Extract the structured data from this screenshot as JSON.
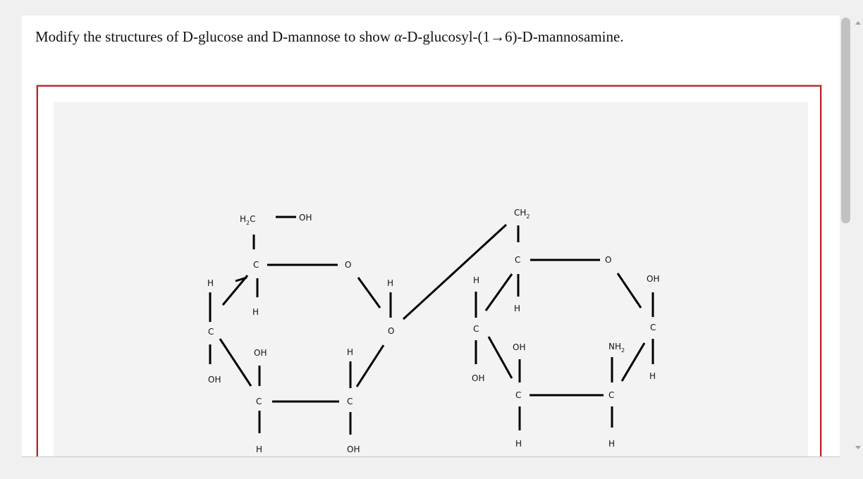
{
  "question": {
    "part1": "Modify the structures of ",
    "d1": "D",
    "part2": "-glucose and ",
    "d2": "D",
    "part3": "-mannose to show ",
    "alpha": "α",
    "part4": "-",
    "d3": "D",
    "part5": "-glucosyl-(1→6)-",
    "d4": "D",
    "part6": "-mannosamine."
  },
  "structure": {
    "glucose": {
      "h2c": "H",
      "h2c_sub": "2",
      "h2c_c": "C",
      "c6_oh": "OH",
      "c5": "C",
      "c5_h": "H",
      "ring_o": "O",
      "c4": "C",
      "c4_h": "H",
      "c4_oh": "OH",
      "c3": "C",
      "c3_oh": "OH",
      "c3_h": "H",
      "c2": "C",
      "c2_h": "H",
      "c2_oh": "OH",
      "c1_h": "H",
      "glycosidic_o": "O"
    },
    "mannosamine": {
      "ch2": "CH",
      "ch2_sub": "2",
      "c5": "C",
      "c5_h": "H",
      "ring_o": "O",
      "c4": "C",
      "c4_h": "H",
      "c4_oh": "OH",
      "c3": "C",
      "c3_oh": "OH",
      "c3_h": "H",
      "c2": "C",
      "nh2": "NH",
      "nh2_sub": "2",
      "c2_h": "H",
      "c1": "C",
      "c1_oh": "OH",
      "c1_h": "H"
    }
  },
  "colors": {
    "editor_border": "#c0232b",
    "canvas_bg": "#f3f3f3"
  }
}
